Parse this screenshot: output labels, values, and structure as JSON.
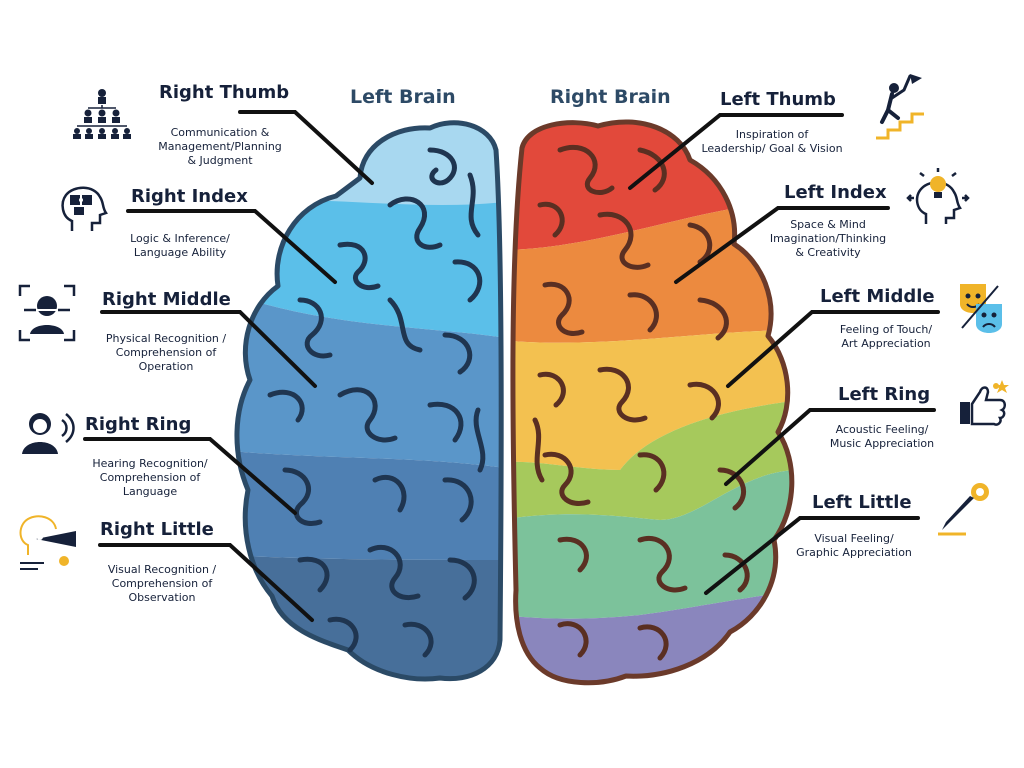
{
  "hemispheres": {
    "left": {
      "title": "Left Brain"
    },
    "right": {
      "title": "Right Brain"
    }
  },
  "fingers": {
    "right_thumb": {
      "name": "Right Thumb",
      "lines": [
        "Communication &",
        "Management/Planning",
        "& Judgment"
      ],
      "icon": "organization-chart-icon"
    },
    "right_index": {
      "name": "Right Index",
      "lines": [
        "Logic & Inference/",
        "Language Ability"
      ],
      "icon": "puzzle-head-icon"
    },
    "right_middle": {
      "name": "Right Middle",
      "lines": [
        "Physical Recognition /",
        "Comprehension of",
        "Operation"
      ],
      "icon": "face-scan-icon"
    },
    "right_ring": {
      "name": "Right Ring",
      "lines": [
        "Hearing Recognition/",
        "Comprehension of",
        "Language"
      ],
      "icon": "listening-person-icon"
    },
    "right_little": {
      "name": "Right Little",
      "lines": [
        "Visual Recognition /",
        "Comprehension of",
        "Observation"
      ],
      "icon": "vision-head-icon"
    },
    "left_thumb": {
      "name": "Left Thumb",
      "lines": [
        "Inspiration of",
        "Leadership/ Goal & Vision"
      ],
      "icon": "stair-climber-flag-icon"
    },
    "left_index": {
      "name": "Left Index",
      "lines": [
        "Space & Mind",
        "Imagination/Thinking",
        "& Creativity"
      ],
      "icon": "lightbulb-head-icon"
    },
    "left_middle": {
      "name": "Left Middle",
      "lines": [
        "Feeling of Touch/",
        "Art Appreciation"
      ],
      "icon": "theater-masks-icon"
    },
    "left_ring": {
      "name": "Left Ring",
      "lines": [
        "Acoustic Feeling/",
        "Music Appreciation"
      ],
      "icon": "thumbs-up-icon"
    },
    "left_little": {
      "name": "Left Little",
      "lines": [
        "Visual Feeling/",
        "Graphic Appreciation"
      ],
      "icon": "pen-brush-icon"
    }
  },
  "colors": {
    "left_regions": [
      "#a8d8f0",
      "#5bbfe9",
      "#5a96c9",
      "#4f80b3",
      "#476f9a"
    ],
    "right_regions": [
      "#e2493b",
      "#ec8a3f",
      "#f3c150",
      "#a6c95c",
      "#7cc29b",
      "#8a86bd"
    ],
    "outline_left": "#2b4a66",
    "outline_right": "#6b3a2a",
    "text": "#16213a"
  }
}
